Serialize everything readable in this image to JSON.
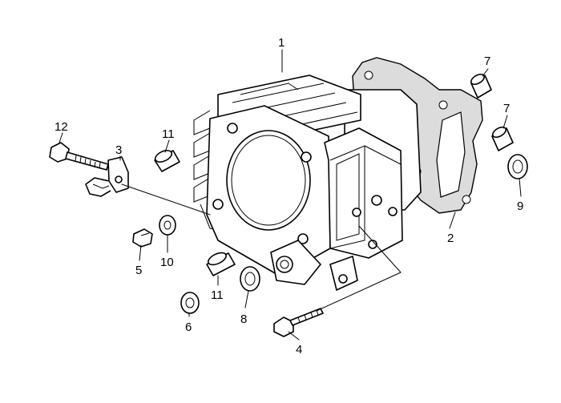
{
  "diagram": {
    "labels": [
      "1",
      "2",
      "3",
      "4",
      "5",
      "6",
      "7",
      "7",
      "8",
      "9",
      "10",
      "11",
      "11",
      "12"
    ]
  }
}
